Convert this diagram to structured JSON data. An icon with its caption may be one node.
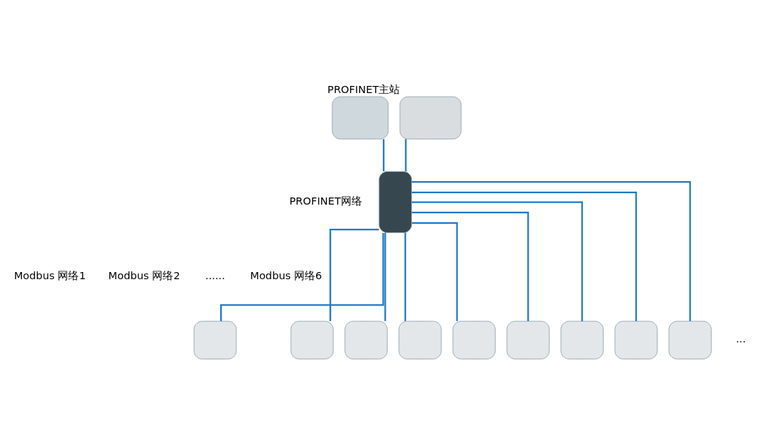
{
  "diagram": {
    "nodes": [
      {
        "text": [],
        "shape": "box"
      },
      {
        "text": [],
        "shape": "box",
        "beside": [
          "PROFINET主站"
        ]
      },
      {
        "text": [],
        "shape": "box"
      },
      {
        "text": [],
        "shape": "box"
      },
      {
        "text": [],
        "shape": "box"
      },
      {
        "text": [],
        "shape": "box"
      },
      {
        "text": [],
        "shape": "box"
      },
      {
        "text": [],
        "shape": "box"
      },
      {
        "text": [],
        "shape": "box"
      },
      {
        "text": [],
        "shape": "box"
      },
      {
        "text": [],
        "shape": "box"
      },
      {
        "text": [],
        "shape": "box"
      }
    ],
    "edges": [
      {
        "from": 0,
        "to": 2,
        "arrow": "none"
      },
      {
        "from": 1,
        "to": 2,
        "arrow": "none"
      },
      {
        "from": 2,
        "to": 3,
        "arrow": "none"
      },
      {
        "from": 2,
        "to": 4,
        "arrow": "none"
      },
      {
        "from": 2,
        "to": 5,
        "arrow": "none"
      },
      {
        "from": 2,
        "to": 6,
        "arrow": "none"
      },
      {
        "from": 2,
        "to": 7,
        "arrow": "none"
      },
      {
        "from": 2,
        "to": 8,
        "arrow": "none"
      },
      {
        "from": 2,
        "to": 9,
        "arrow": "none"
      },
      {
        "from": 2,
        "to": 10,
        "arrow": "none"
      },
      {
        "from": 2,
        "to": 11,
        "arrow": "none"
      }
    ],
    "labels": [
      "PROFINET网络",
      "Modbus 网络1",
      "Modbus 网络2",
      "......",
      "Modbus 网络6",
      "..."
    ]
  }
}
